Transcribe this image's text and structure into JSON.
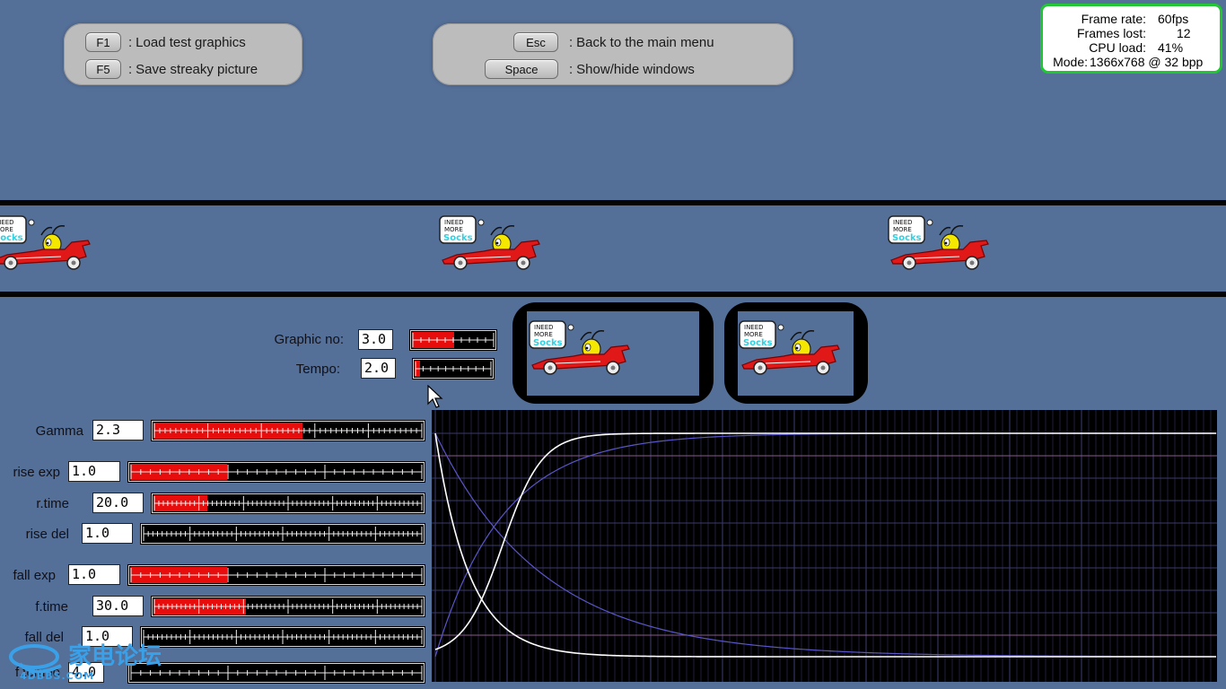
{
  "shortcuts": {
    "left": [
      {
        "key": "F1",
        "action": "Load test graphics"
      },
      {
        "key": "F5",
        "action": "Save streaky picture"
      }
    ],
    "right": [
      {
        "key": "Esc",
        "action": "Back to the main menu"
      },
      {
        "key": "Space",
        "action": "Show/hide windows"
      }
    ]
  },
  "status": {
    "frame_rate_label": "Frame rate:",
    "frame_rate_value": "60fps",
    "frames_lost_label": "Frames lost:",
    "frames_lost_value": "12",
    "cpu_load_label": "CPU load:",
    "cpu_load_value": "41%",
    "mode_label": "Mode:",
    "mode_value": "1366x768 @ 32 bpp",
    "border_color": "#22c634"
  },
  "sprite": {
    "speech_lines": [
      "INEED",
      "MORE",
      "Socks"
    ],
    "car_color": "#e01818",
    "bug_color": "#f5e800"
  },
  "controls": {
    "graphic_no": {
      "label": "Graphic no:",
      "value": "3.0",
      "fill_fraction": 0.5
    },
    "tempo": {
      "label": "Tempo:",
      "value": "2.0",
      "fill_fraction": 0.04
    },
    "gamma": {
      "label": "Gamma",
      "value": "2.3",
      "fill_fraction": 0.55
    },
    "rise_exp": {
      "label": "rise exp",
      "value": "1.0",
      "fill_fraction": 0.33
    },
    "r_time": {
      "label": "r.time",
      "value": "20.0",
      "fill_fraction": 0.2
    },
    "rise_del": {
      "label": "rise del",
      "value": "1.0",
      "fill_fraction": 0
    },
    "fall_exp": {
      "label": "fall exp",
      "value": "1.0",
      "fill_fraction": 0.33
    },
    "f_time": {
      "label": "f.time",
      "value": "30.0",
      "fill_fraction": 0.34
    },
    "fall_del": {
      "label": "fall del",
      "value": "1.0",
      "fill_fraction": 0
    },
    "f_tempo": {
      "label": "f.tempo",
      "value": "4.0",
      "fill_fraction": 0
    }
  },
  "watermark": {
    "text": "家电论坛",
    "sub": "4DBBS.COM"
  },
  "colors": {
    "background": "#546f98",
    "slider_fill": "#e80d0d",
    "curve_main": "#ffffff",
    "curve_secondary": "#5a56c8",
    "grid": "#3a3a6a",
    "grid_ref": "#8a5a8a"
  }
}
